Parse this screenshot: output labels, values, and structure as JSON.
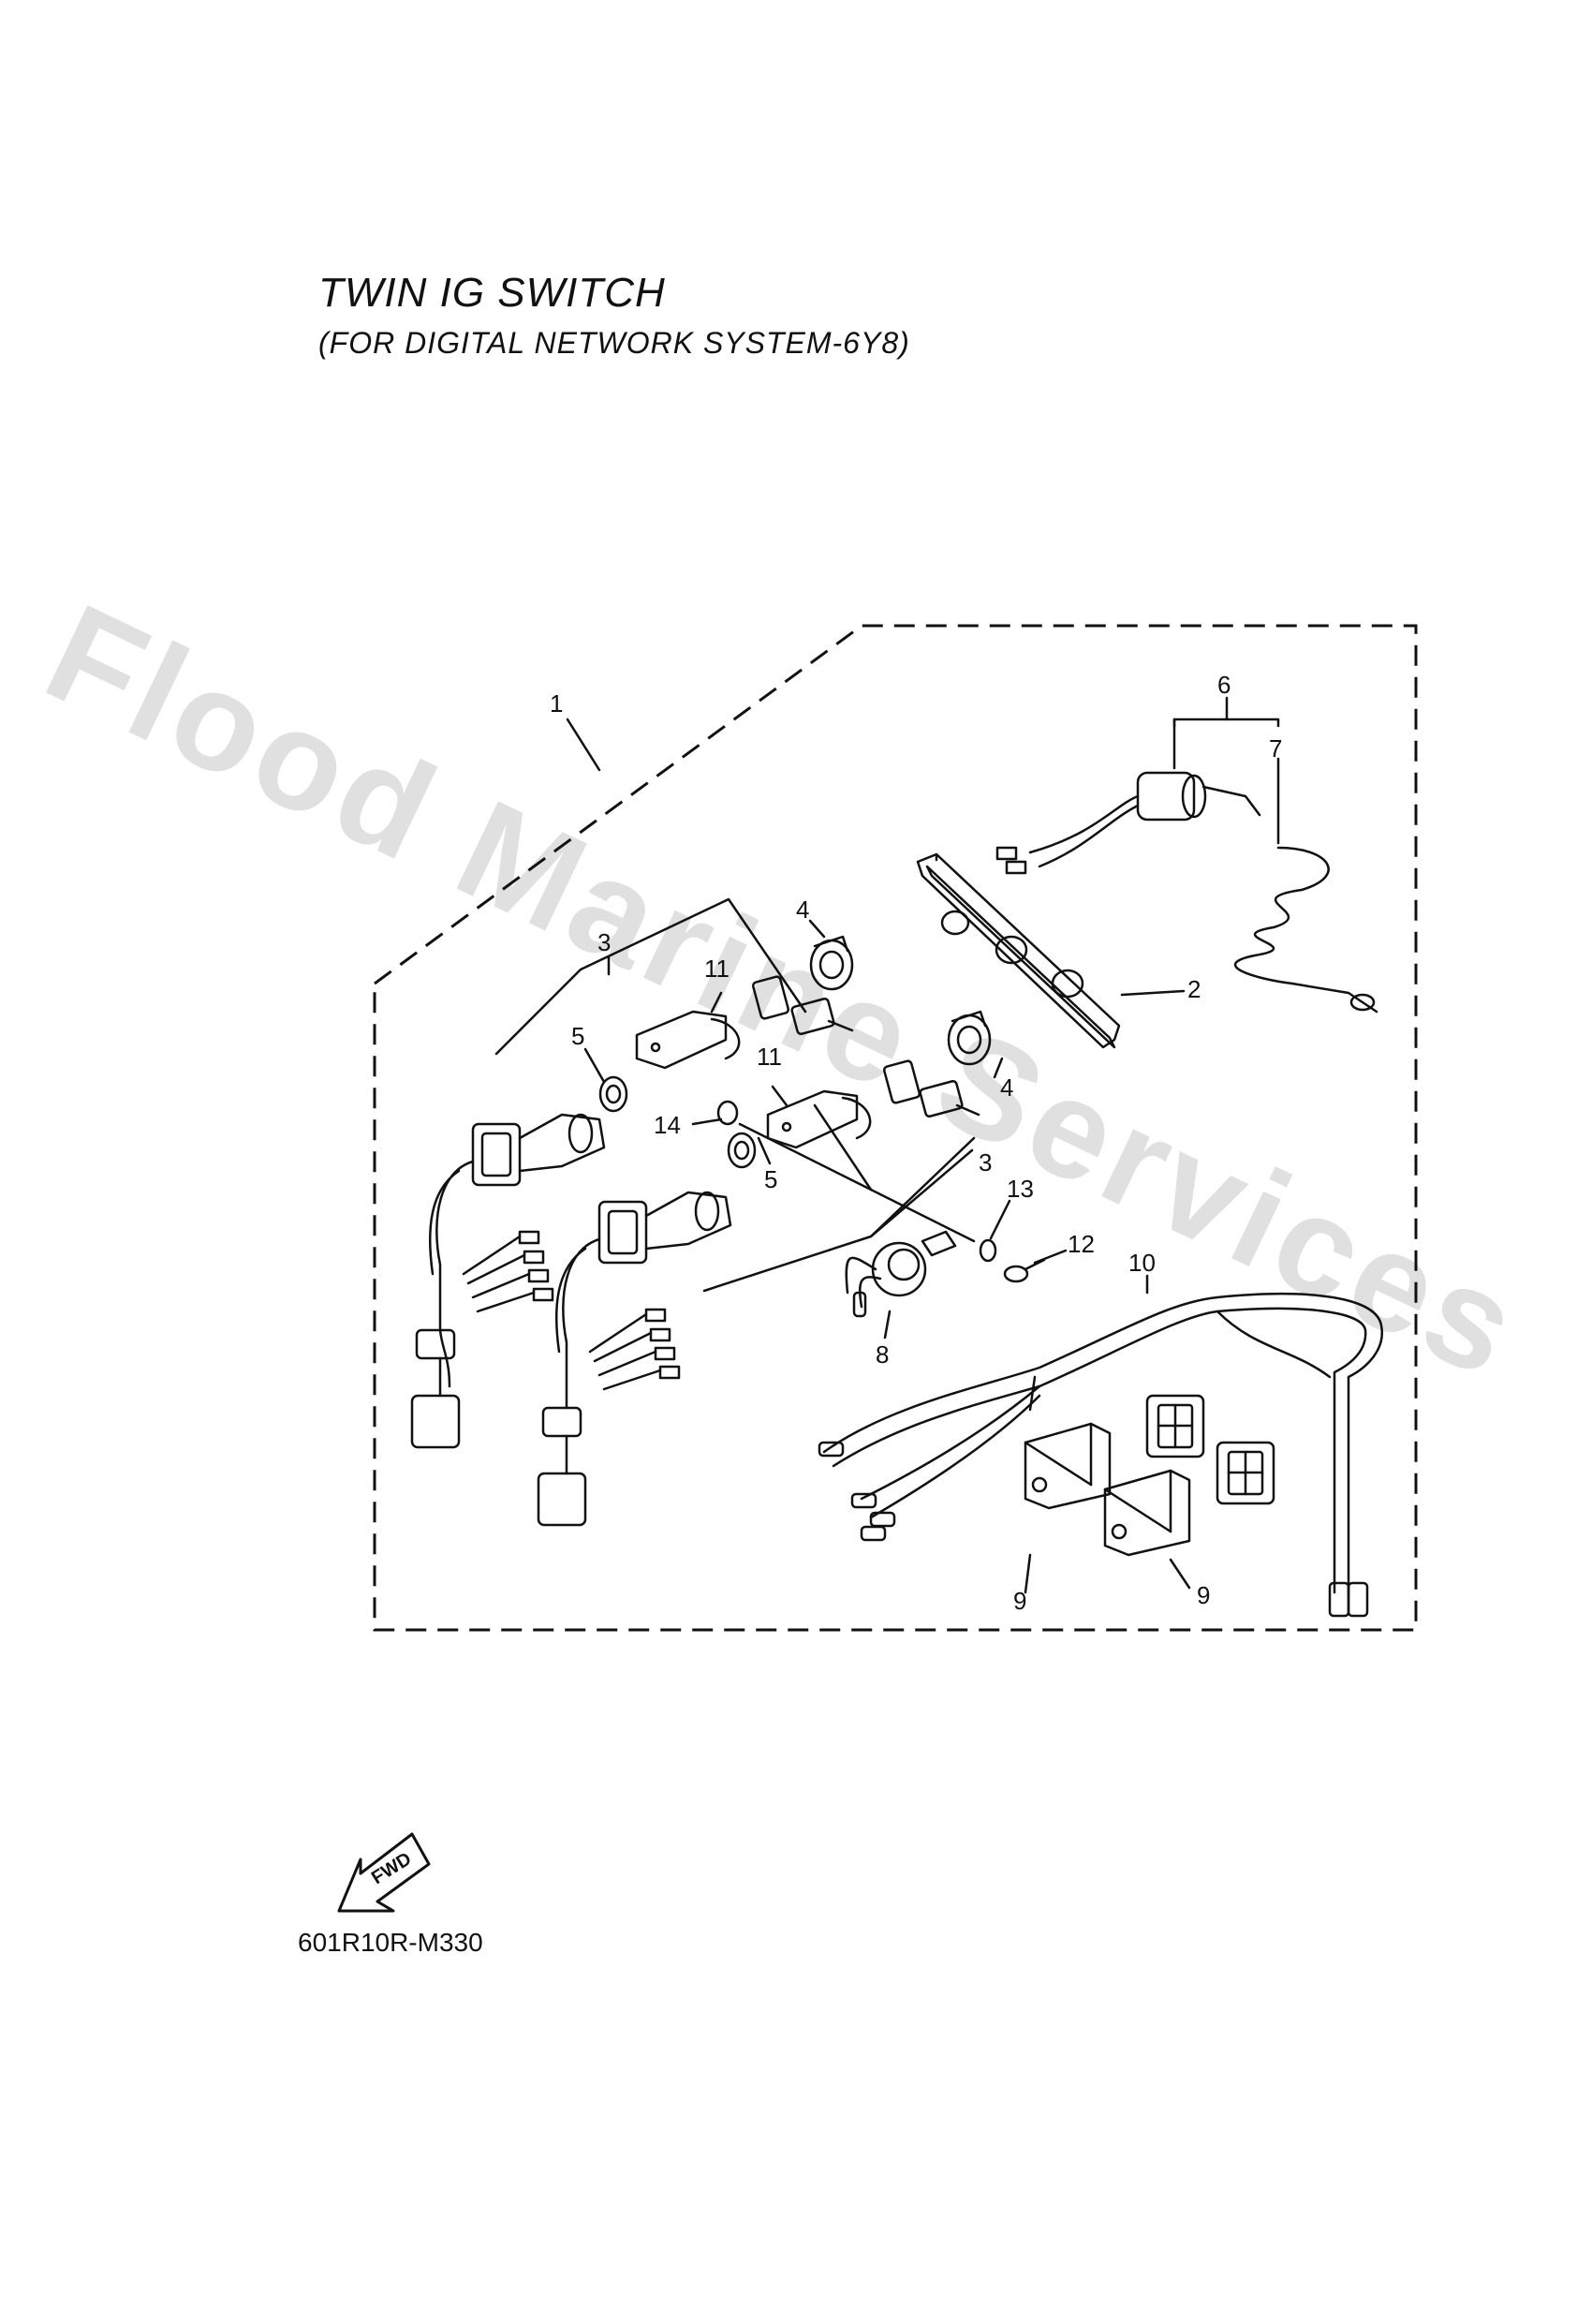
{
  "header": {
    "title": "TWIN IG SWITCH",
    "subtitle": "(FOR DIGITAL NETWORK SYSTEM-6Y8)"
  },
  "watermark": "Flood Marine Services",
  "fwd_label": "FWD",
  "reference_code": "601R10R-M330",
  "callouts": {
    "c1": "1",
    "c2": "2",
    "c3a": "3",
    "c3b": "3",
    "c4a": "4",
    "c4b": "4",
    "c5a": "5",
    "c5b": "5",
    "c6": "6",
    "c7": "7",
    "c8": "8",
    "c9a": "9",
    "c9b": "9",
    "c10": "10",
    "c11a": "11",
    "c11b": "11",
    "c12": "12",
    "c13": "13",
    "c14": "14"
  }
}
